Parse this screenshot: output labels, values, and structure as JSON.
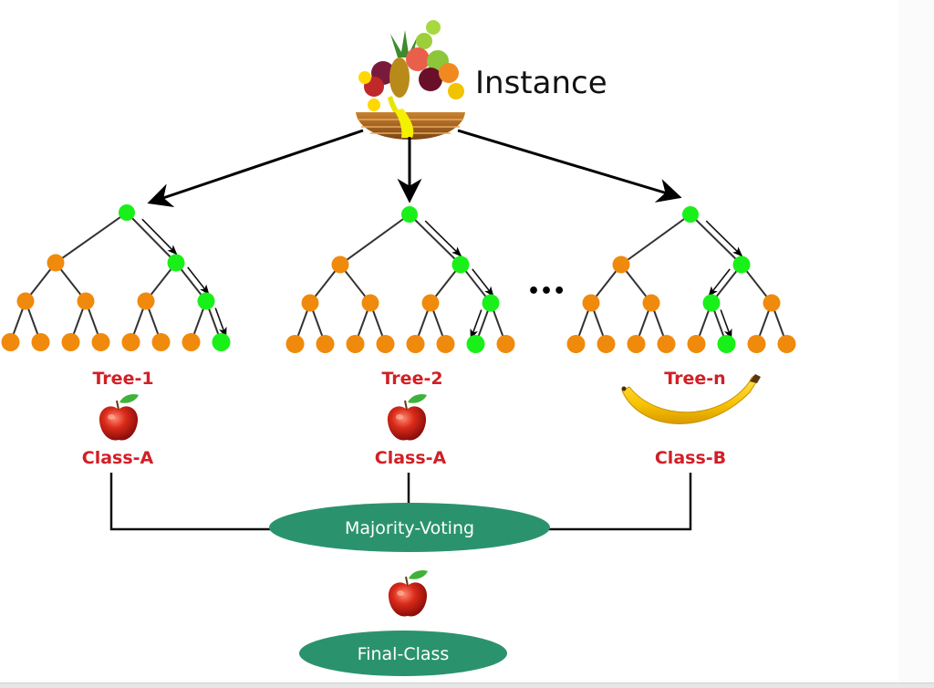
{
  "instance": {
    "label": "Instance",
    "icon": "fruit-basket-icon"
  },
  "ellipsis": "•••",
  "trees": [
    {
      "label": "Tree-1",
      "class_label": "Class-A",
      "class_icon": "apple-icon",
      "path": [
        "R",
        "R",
        "R"
      ]
    },
    {
      "label": "Tree-2",
      "class_label": "Class-A",
      "class_icon": "apple-icon",
      "path": [
        "R",
        "R",
        "L"
      ]
    },
    {
      "label": "Tree-n",
      "class_label": "Class-B",
      "class_icon": "banana-icon",
      "path": [
        "R",
        "L",
        "R"
      ]
    }
  ],
  "tree_depth": 3,
  "voting": {
    "label": "Majority-Voting"
  },
  "final": {
    "label": "Final-Class",
    "icon": "apple-icon"
  },
  "colors": {
    "node_default": "#f08a0c",
    "node_path": "#19f019",
    "label_red": "#d21f26",
    "ellipse_green": "#2a936d",
    "arrow": "#000000"
  }
}
